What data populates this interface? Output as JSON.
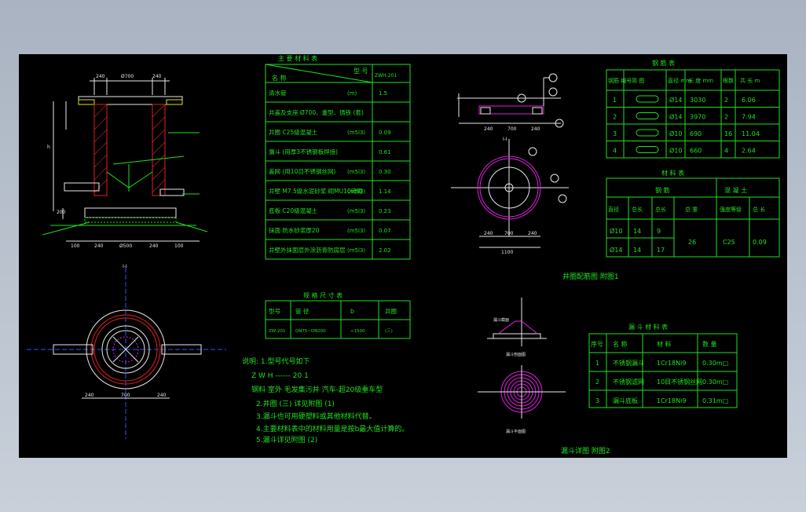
{
  "materials": {
    "title": "主 要 材 料 表",
    "header_left": "名 称",
    "header_right": "型 号",
    "model": "ZWH-201",
    "rows": [
      {
        "name": "清水管",
        "unit": "(m)",
        "val": "1.5"
      },
      {
        "name": "井盖及支座 Ø700、重型、铸铁 (套)",
        "unit": "",
        "val": ""
      },
      {
        "name": "井圈  C25级混凝土",
        "unit": "(m5l3)",
        "val": "0.09"
      },
      {
        "name": "漏斗  (用厚3不锈钢板焊接)",
        "unit": "",
        "val": "0.61"
      },
      {
        "name": "盖网  (用10目不锈钢丝网)",
        "unit": "(m5l3)",
        "val": "0.30"
      },
      {
        "name": "井壁  M7.5级水泥砂浆 砌MU10砖砌",
        "unit": "(m5l3)",
        "val": "1.14"
      },
      {
        "name": "底板  C20级混凝土",
        "unit": "(m5l3)",
        "val": "0.23"
      },
      {
        "name": "抹面  防水砂浆厚20",
        "unit": "(m5l3)",
        "val": "0.07"
      },
      {
        "name": "井壁外抹面层外涂沥青防腐层",
        "unit": "(m5l3)",
        "val": "2.02"
      }
    ]
  },
  "spec": {
    "title": "规 格 尺 寸 表",
    "headers": [
      "型号",
      "管 径",
      "b",
      "井圈"
    ],
    "row": [
      "ZW-201",
      "DN75~DN200",
      "<1500",
      "(三)"
    ]
  },
  "rebar": {
    "title": "钢 筋 表",
    "headers": [
      "钢筋 编号",
      "简 图",
      "直径 mm",
      "长 度 mm",
      "根数",
      "共 长 m"
    ],
    "rows": [
      [
        "1",
        "",
        "Ø14",
        "3030",
        "2",
        "6.06"
      ],
      [
        "2",
        "",
        "Ø14",
        "3970",
        "2",
        "7.94"
      ],
      [
        "3",
        "",
        "Ø10",
        "690",
        "16",
        "11.04"
      ],
      [
        "4",
        "",
        "Ø10",
        "660",
        "4",
        "2.64"
      ]
    ]
  },
  "mat2": {
    "title": "材 料 表",
    "h_steel": "钢 筋",
    "h_conc": "混 凝 土",
    "sub": [
      "直径",
      "总长",
      "总长",
      "总 重",
      "强度等级",
      "总 长"
    ],
    "rows": [
      [
        "Ø10",
        "14",
        "9"
      ],
      [
        "Ø14",
        "14",
        "17"
      ]
    ],
    "total": "26",
    "grade": "C25",
    "vol": "0.09"
  },
  "funnel": {
    "title": "漏 斗 材 料 表",
    "headers": [
      "序号",
      "名 称",
      "材 料",
      "数 量"
    ],
    "rows": [
      [
        "1",
        "不锈钢漏斗",
        "1Cr18Ni9",
        "0.30m□"
      ],
      [
        "2",
        "不锈钢滤网",
        "10目不锈钢丝网",
        "0.30m□"
      ],
      [
        "3",
        "漏斗底板",
        "1Cr18Ni9",
        "0.31m□"
      ]
    ]
  },
  "notes": {
    "l1": "说明: 1.型号代号如下",
    "l1b": "Z    W    H   ------ 20    1",
    "l1c": "钢料  室外  毛发集污井 汽车-超20级重车型",
    "l2": "2.井圈 (三) 详见附图 (1)",
    "l3": "3.漏斗也可用硬塑料或其他材料代替。",
    "l4": "4.主要材料表中的材料用量是按b最大值计算的。",
    "l5": "5.漏斗详见附图 (2)"
  },
  "labels": {
    "fig1": "井圈配筋图  附图1",
    "fig2": "漏斗详图  附图2",
    "sec": "I-I",
    "d700": "Ø700",
    "d240": "240",
    "d100": "100",
    "d1100": "1100",
    "d200": "200"
  }
}
